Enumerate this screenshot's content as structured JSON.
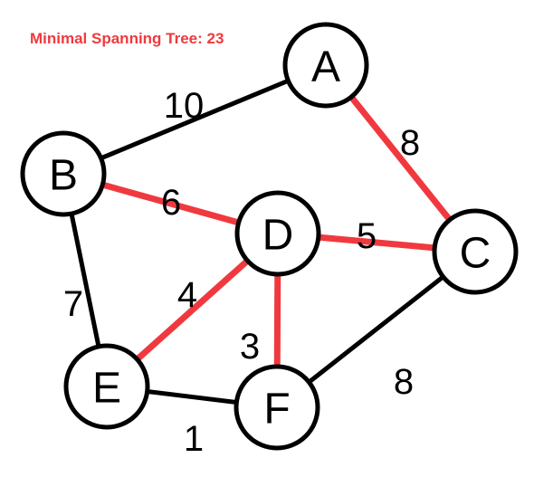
{
  "title": "Minimal Spanning Tree: 23",
  "colors": {
    "mst": "#f0393f",
    "edge": "#000000",
    "node_fill": "#ffffff",
    "node_stroke": "#000000",
    "text": "#000000"
  },
  "nodes": [
    {
      "id": "A",
      "label": "A"
    },
    {
      "id": "B",
      "label": "B"
    },
    {
      "id": "C",
      "label": "C"
    },
    {
      "id": "D",
      "label": "D"
    },
    {
      "id": "E",
      "label": "E"
    },
    {
      "id": "F",
      "label": "F"
    }
  ],
  "edges": [
    {
      "from": "B",
      "to": "A",
      "weight": "10",
      "mst": false
    },
    {
      "from": "A",
      "to": "C",
      "weight": "8",
      "mst": true
    },
    {
      "from": "B",
      "to": "D",
      "weight": "6",
      "mst": true
    },
    {
      "from": "D",
      "to": "C",
      "weight": "5",
      "mst": true
    },
    {
      "from": "B",
      "to": "E",
      "weight": "7",
      "mst": false
    },
    {
      "from": "E",
      "to": "D",
      "weight": "4",
      "mst": true
    },
    {
      "from": "D",
      "to": "F",
      "weight": "3",
      "mst": true
    },
    {
      "from": "F",
      "to": "C",
      "weight": "8",
      "mst": false
    },
    {
      "from": "E",
      "to": "F",
      "weight": "1",
      "mst": false
    }
  ]
}
